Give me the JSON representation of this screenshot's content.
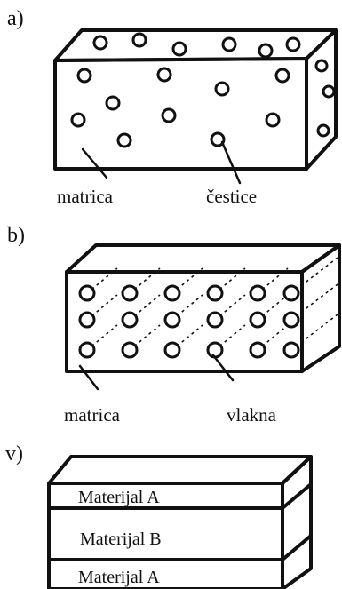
{
  "panels": [
    {
      "letter": "a)",
      "labels": [
        "matrica",
        "čestice"
      ]
    },
    {
      "letter": "b)",
      "labels": [
        "matrica",
        "vlakna"
      ]
    },
    {
      "letter": "v)",
      "layers": [
        "Materijal A",
        "Materijal B",
        "Materijal A"
      ]
    }
  ]
}
